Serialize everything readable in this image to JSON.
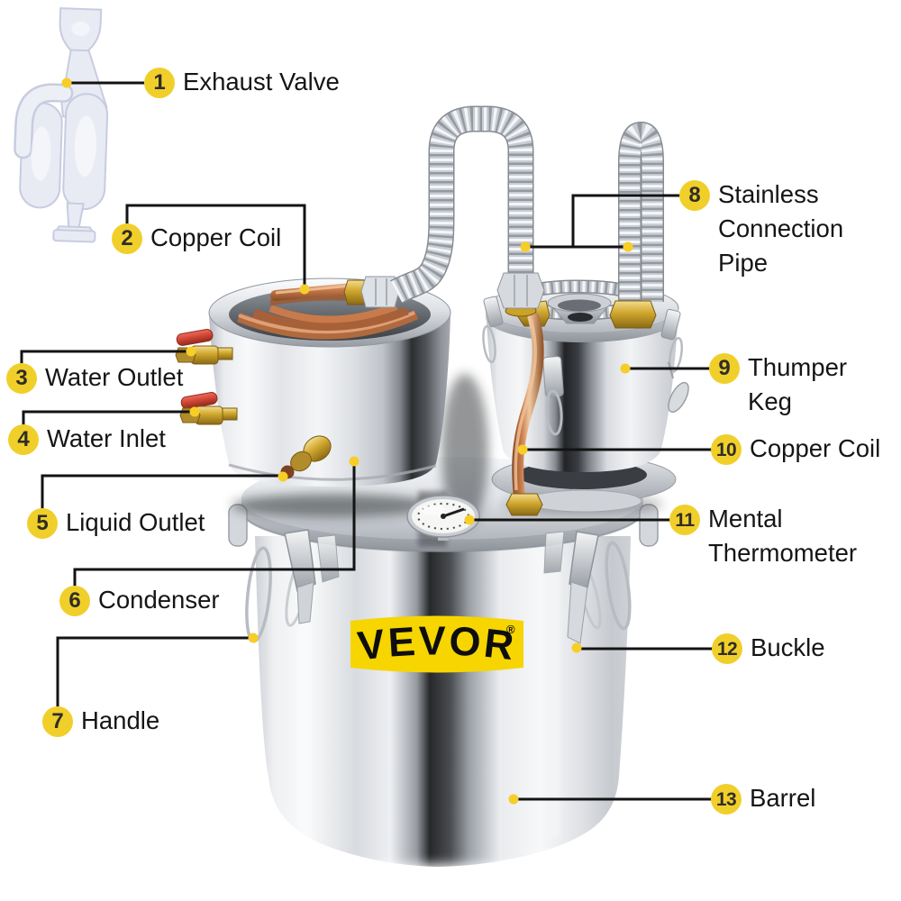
{
  "logo": {
    "text": "VEVOR",
    "registered_symbol": "®"
  },
  "callouts": [
    {
      "number": "1",
      "label": "Exhaust Valve"
    },
    {
      "number": "2",
      "label": "Copper Coil"
    },
    {
      "number": "3",
      "label": "Water Outlet"
    },
    {
      "number": "4",
      "label": "Water Inlet"
    },
    {
      "number": "5",
      "label": "Liquid Outlet"
    },
    {
      "number": "6",
      "label": "Condenser"
    },
    {
      "number": "7",
      "label": "Handle"
    },
    {
      "number": "8",
      "label": "Stainless Connection Pipe"
    },
    {
      "number": "9",
      "label": "Thumper Keg"
    },
    {
      "number": "10",
      "label": "Copper Coil"
    },
    {
      "number": "11",
      "label": "Mental Thermometer"
    },
    {
      "number": "12",
      "label": "Buckle"
    },
    {
      "number": "13",
      "label": "Barrel"
    }
  ],
  "colors": {
    "background": "#FFFFFF",
    "callout_badge_yellow": "#F1CF2B",
    "connector_dot_yellow": "#F7CE27",
    "connector_line": "#131313",
    "label_text": "#151515",
    "logo_badge_yellow": "#F6D500",
    "logo_text": "#0E0E0E",
    "valve_red": "#C2402F",
    "copper": "#C67C4C",
    "brass": "#C9A22B",
    "stainless_highlight": "#F7F8FA",
    "stainless_shadow": "#2E3033",
    "airlock_plastic": "#E9EBF4"
  }
}
